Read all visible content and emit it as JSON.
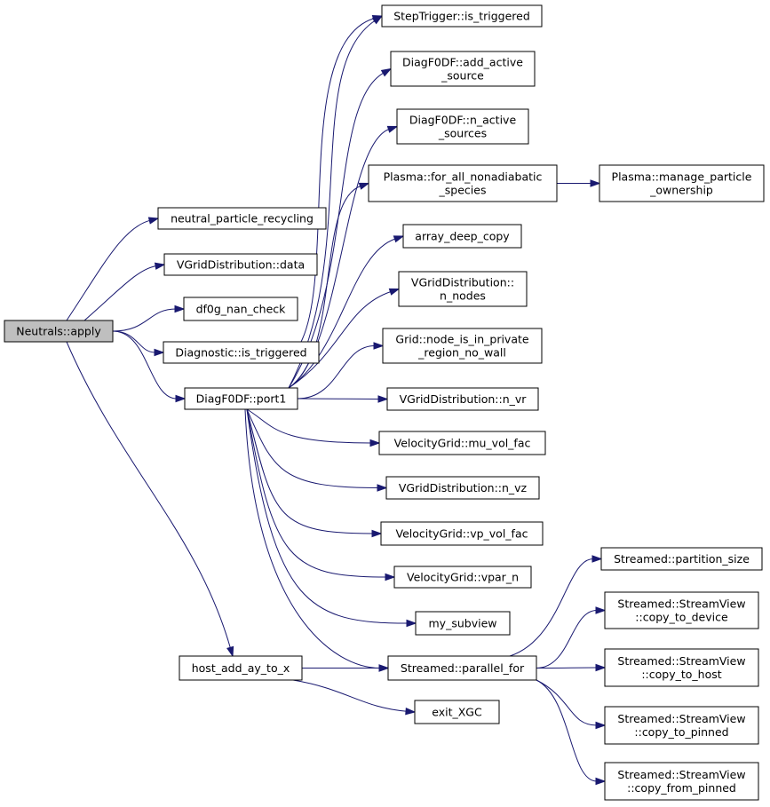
{
  "graph": {
    "nodes": [
      {
        "id": "n0",
        "lines": [
          "Neutrals::apply"
        ]
      },
      {
        "id": "n1",
        "lines": [
          "neutral_particle_recycling"
        ]
      },
      {
        "id": "n2",
        "lines": [
          "VGridDistribution::data"
        ]
      },
      {
        "id": "n3",
        "lines": [
          "df0g_nan_check"
        ]
      },
      {
        "id": "n4",
        "lines": [
          "Diagnostic::is_triggered"
        ]
      },
      {
        "id": "n5",
        "lines": [
          "DiagF0DF::port1"
        ]
      },
      {
        "id": "n6",
        "lines": [
          "host_add_ay_to_x"
        ]
      },
      {
        "id": "n7",
        "lines": [
          "StepTrigger::is_triggered"
        ]
      },
      {
        "id": "n8",
        "lines": [
          "DiagF0DF::add_active",
          "_source"
        ]
      },
      {
        "id": "n9",
        "lines": [
          "DiagF0DF::n_active",
          "_sources"
        ]
      },
      {
        "id": "n10",
        "lines": [
          "Plasma::for_all_nonadiabatic",
          "_species"
        ]
      },
      {
        "id": "n11",
        "lines": [
          "array_deep_copy"
        ]
      },
      {
        "id": "n12",
        "lines": [
          "VGridDistribution::",
          "n_nodes"
        ]
      },
      {
        "id": "n13",
        "lines": [
          "Grid::node_is_in_private",
          "_region_no_wall"
        ]
      },
      {
        "id": "n14",
        "lines": [
          "VGridDistribution::n_vr"
        ]
      },
      {
        "id": "n15",
        "lines": [
          "VelocityGrid::mu_vol_fac"
        ]
      },
      {
        "id": "n16",
        "lines": [
          "VGridDistribution::n_vz"
        ]
      },
      {
        "id": "n17",
        "lines": [
          "VelocityGrid::vp_vol_fac"
        ]
      },
      {
        "id": "n18",
        "lines": [
          "VelocityGrid::vpar_n"
        ]
      },
      {
        "id": "n19",
        "lines": [
          "my_subview"
        ]
      },
      {
        "id": "n20",
        "lines": [
          "Streamed::parallel_for"
        ]
      },
      {
        "id": "n21",
        "lines": [
          "exit_XGC"
        ]
      },
      {
        "id": "n22",
        "lines": [
          "Plasma::manage_particle",
          "_ownership"
        ]
      },
      {
        "id": "n23",
        "lines": [
          "Streamed::partition_size"
        ]
      },
      {
        "id": "n24",
        "lines": [
          "Streamed::StreamView",
          "::copy_to_device"
        ]
      },
      {
        "id": "n25",
        "lines": [
          "Streamed::StreamView",
          "::copy_to_host"
        ]
      },
      {
        "id": "n26",
        "lines": [
          "Streamed::StreamView",
          "::copy_to_pinned"
        ]
      },
      {
        "id": "n27",
        "lines": [
          "Streamed::StreamView",
          "::copy_from_pinned"
        ]
      }
    ],
    "edges": [
      [
        "n0",
        "n1"
      ],
      [
        "n0",
        "n2"
      ],
      [
        "n0",
        "n3"
      ],
      [
        "n0",
        "n4"
      ],
      [
        "n0",
        "n5"
      ],
      [
        "n0",
        "n6"
      ],
      [
        "n4",
        "n7"
      ],
      [
        "n5",
        "n7"
      ],
      [
        "n5",
        "n8"
      ],
      [
        "n5",
        "n9"
      ],
      [
        "n5",
        "n10"
      ],
      [
        "n5",
        "n11"
      ],
      [
        "n5",
        "n12"
      ],
      [
        "n5",
        "n13"
      ],
      [
        "n5",
        "n14"
      ],
      [
        "n5",
        "n15"
      ],
      [
        "n5",
        "n16"
      ],
      [
        "n5",
        "n17"
      ],
      [
        "n5",
        "n18"
      ],
      [
        "n5",
        "n19"
      ],
      [
        "n5",
        "n20"
      ],
      [
        "n10",
        "n22"
      ],
      [
        "n6",
        "n20"
      ],
      [
        "n6",
        "n21"
      ],
      [
        "n20",
        "n23"
      ],
      [
        "n20",
        "n24"
      ],
      [
        "n20",
        "n25"
      ],
      [
        "n20",
        "n26"
      ],
      [
        "n20",
        "n27"
      ]
    ],
    "colors": {
      "edge": "#191970",
      "root_fill": "#bfbfbf",
      "node_border": "#000000"
    }
  }
}
